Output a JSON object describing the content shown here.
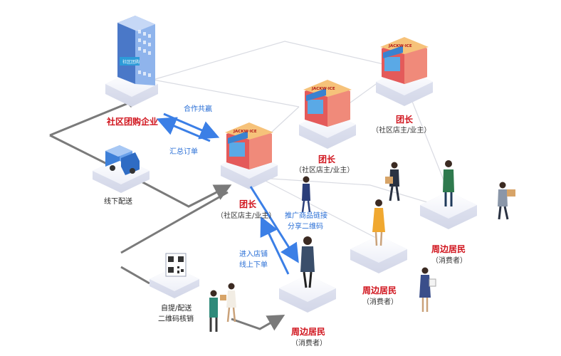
{
  "colors": {
    "accent_red": "#d0121b",
    "flow_blue": "#2a6fd6",
    "line_gray": "#7a7a7a",
    "platform": "#eef0f7"
  },
  "nodes": {
    "enterprise": {
      "title": "社区团购企业",
      "building_sign": "社区团购"
    },
    "leader_main": {
      "title": "团长",
      "sub": "（社区店主/业主）"
    },
    "leader_mid": {
      "title": "团长",
      "sub": "（社区店主/业主）"
    },
    "leader_right": {
      "title": "团长",
      "sub": "（社区店主/业主）"
    },
    "delivery": {
      "label": "线下配送"
    },
    "qr_pickup": {
      "line1": "自提/配送",
      "line2": "二维码核销"
    },
    "resident_center": {
      "title": "周边居民",
      "sub": "（消费者）"
    },
    "resident_mid": {
      "title": "周边居民",
      "sub": "（消费者）"
    },
    "resident_right": {
      "title": "周边居民",
      "sub": "（消费者）"
    }
  },
  "shop_sign": "JACKW·ICE",
  "flows": {
    "cooperate": "合作共赢",
    "summary_order": "汇总订单",
    "push_line1": "推广商品链接",
    "push_line2": "分享二维码",
    "enter_line1": "进入店铺",
    "enter_line2": "线上下单"
  }
}
